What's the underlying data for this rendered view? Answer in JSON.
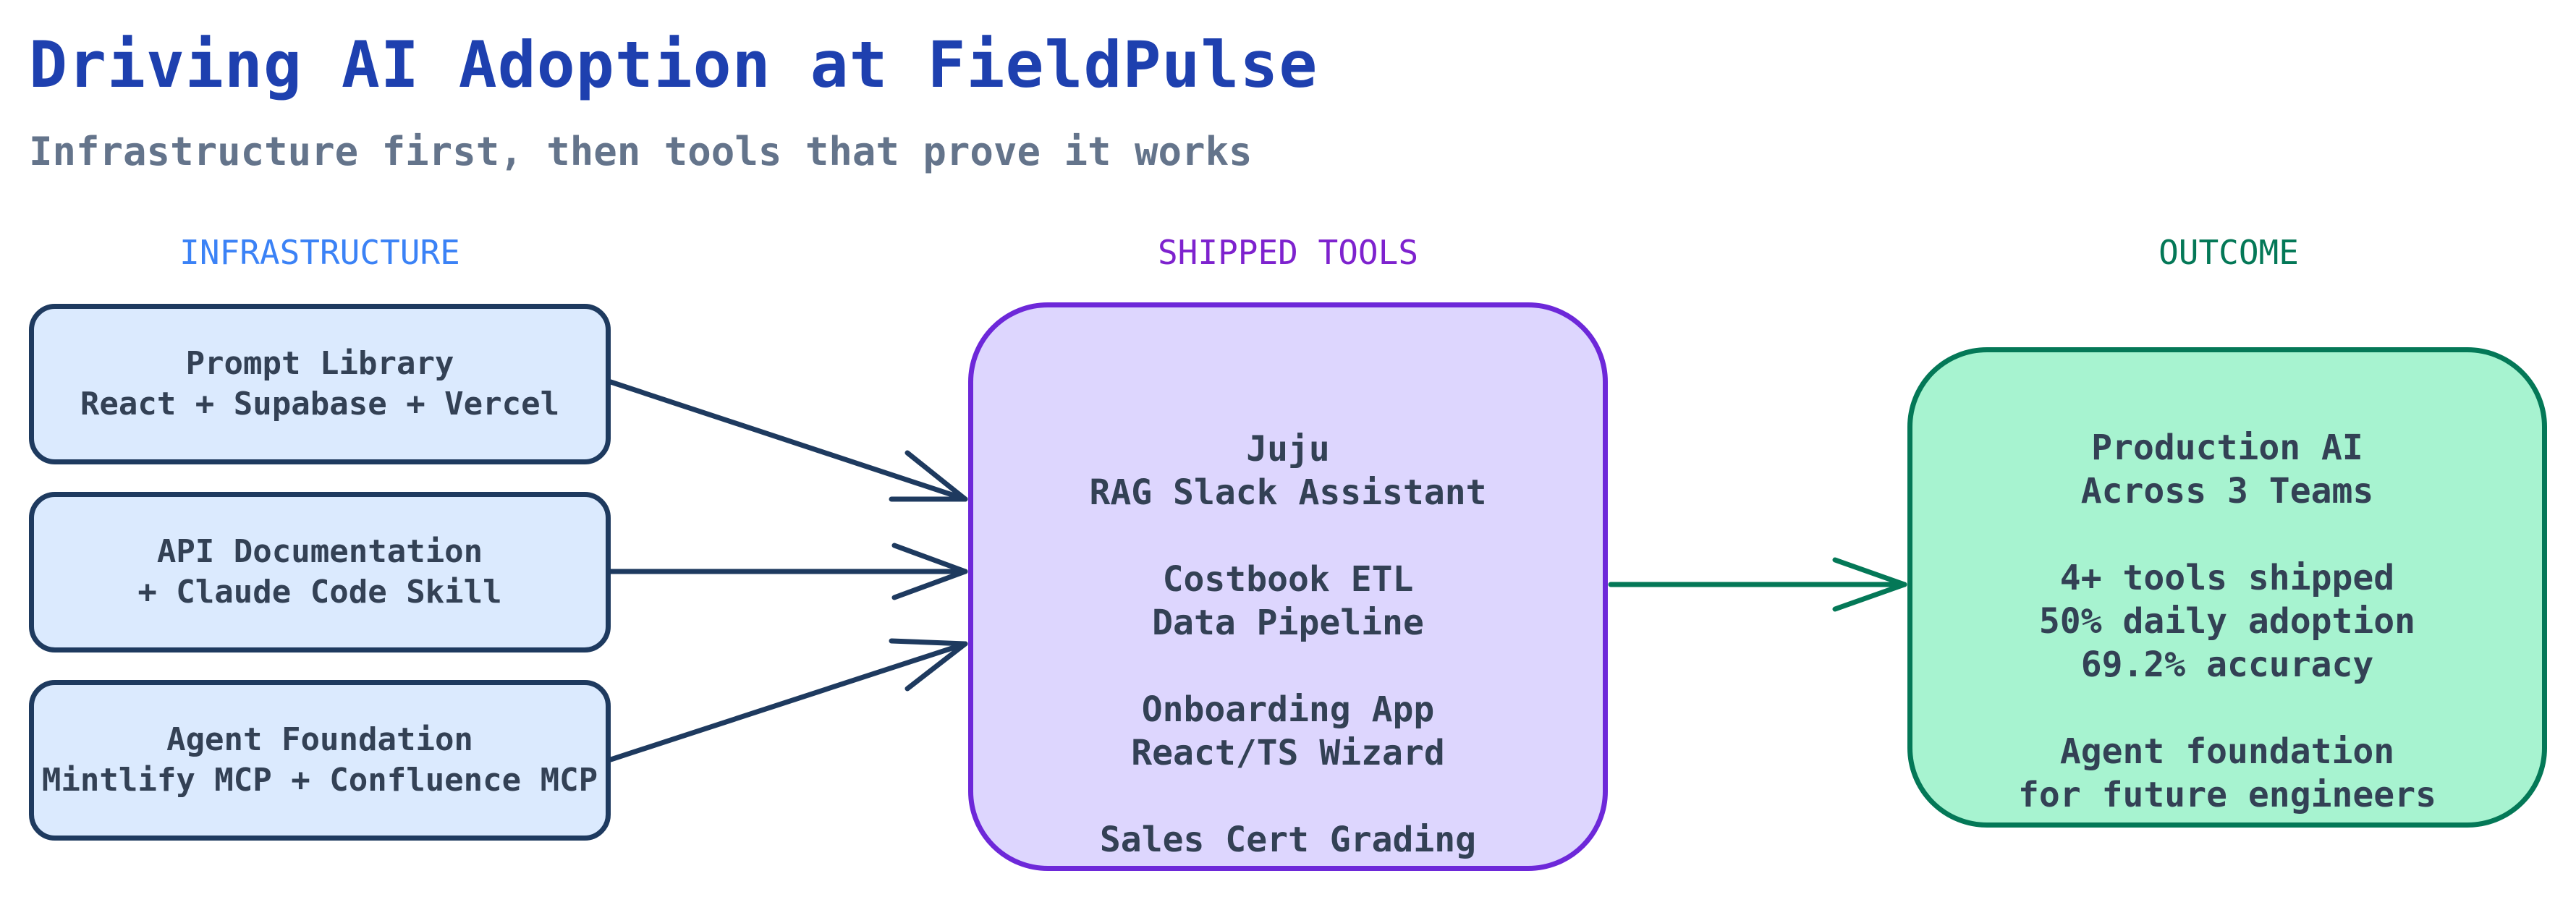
{
  "title": "Driving AI Adoption at FieldPulse",
  "subtitle": "Infrastructure first, then tools that prove it works",
  "columns": {
    "infrastructure": "INFRASTRUCTURE",
    "tools": "SHIPPED TOOLS",
    "outcome": "OUTCOME"
  },
  "infrastructure": [
    {
      "line1": "Prompt Library",
      "line2": "React + Supabase + Vercel"
    },
    {
      "line1": "API Documentation",
      "line2": "+ Claude Code Skill"
    },
    {
      "line1": "Agent Foundation",
      "line2": "Mintlify MCP + Confluence MCP"
    }
  ],
  "tools": [
    {
      "line1": "Juju",
      "line2": "RAG Slack Assistant"
    },
    {
      "line1": "Costbook ETL",
      "line2": "Data Pipeline"
    },
    {
      "line1": "Onboarding App",
      "line2": "React/TS Wizard"
    },
    {
      "line1": "Sales Cert Grading"
    }
  ],
  "outcome": [
    [
      "Production AI",
      "Across 3 Teams"
    ],
    [
      "4+ tools shipped",
      "50% daily adoption",
      "69.2% accuracy"
    ],
    [
      "Agent foundation",
      "for future engineers"
    ]
  ],
  "colors": {
    "title": "#1e40af",
    "subtitle": "#64748b",
    "infrastructure_accent": "#3b82f6",
    "tools_accent": "#7e22ce",
    "outcome_accent": "#047857",
    "infrastructure_fill": "#dbeafe",
    "tools_fill": "#ddd6fe",
    "outcome_fill": "#a7f3d0",
    "arrow_dark": "#1e3a5f",
    "arrow_green": "#047857"
  }
}
